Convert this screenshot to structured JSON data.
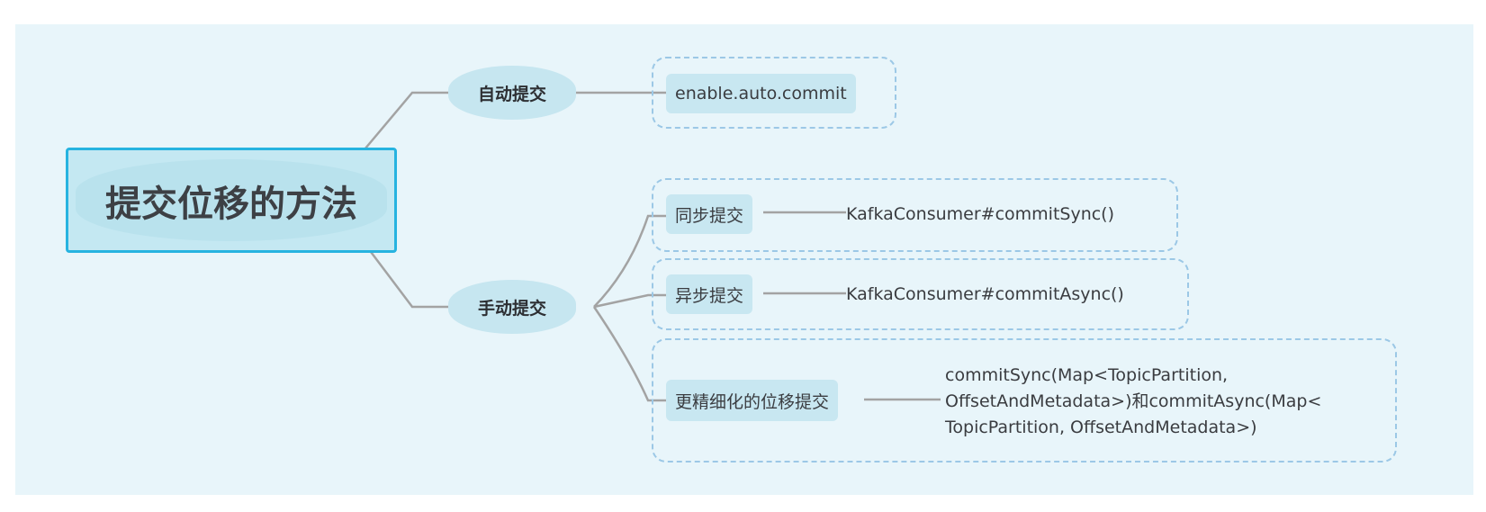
{
  "root": {
    "label": "提交位移的方法"
  },
  "branches": [
    {
      "label": "自动提交",
      "children": [
        {
          "label": "enable.auto.commit"
        }
      ]
    },
    {
      "label": "手动提交",
      "children": [
        {
          "label": "同步提交",
          "detail": "KafkaConsumer#commitSync()"
        },
        {
          "label": "异步提交",
          "detail": "KafkaConsumer#commitAsync()"
        },
        {
          "label": "更精细化的位移提交",
          "detail_lines": [
            "commitSync(Map<TopicPartition,",
            "OffsetAndMetadata>)和commitAsync(Map<",
            "TopicPartition, OffsetAndMetadata>)"
          ]
        }
      ]
    }
  ],
  "colors": {
    "background": "#e8f5fa",
    "root_border": "#26b3e0",
    "node_fill": "#c6e6f0",
    "connector": "#a3a3a3",
    "group_border": "#9cc8e6"
  }
}
